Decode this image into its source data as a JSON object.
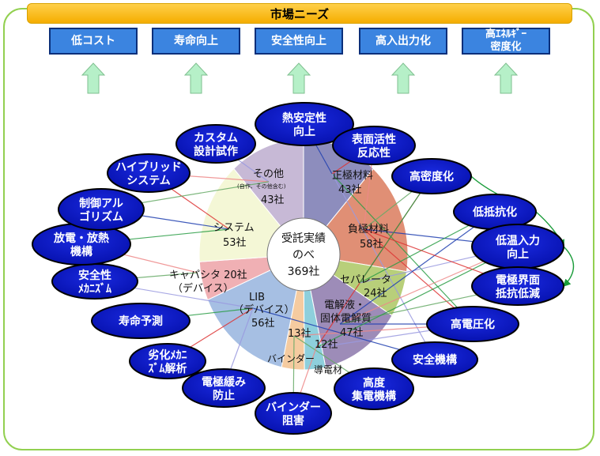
{
  "banner": {
    "title": "市場ニーズ"
  },
  "needs": [
    {
      "label": "低コスト"
    },
    {
      "label": "寿命向上"
    },
    {
      "label": "安全性向上"
    },
    {
      "label": "高入出力化"
    },
    {
      "label": "高ｴﾈﾙｷﾞｰ\n密度化"
    }
  ],
  "center": {
    "line1": "受託実績",
    "line2": "のべ",
    "line3": "369社"
  },
  "segments": [
    {
      "name": "正極材料",
      "count": "43社",
      "value": 43,
      "color": "#8d8dbd"
    },
    {
      "name": "負極材料",
      "count": "58社",
      "value": 58,
      "color": "#e08f75"
    },
    {
      "name": "セパレータ",
      "count": "24社",
      "value": 24,
      "color": "#b8cf7a"
    },
    {
      "name": "電解液・固体電解質",
      "count": "47社",
      "value": 47,
      "color": "#9d8cb8"
    },
    {
      "name": "導電材",
      "count": "12社",
      "value": 12,
      "color": "#8ecfdc"
    },
    {
      "name": "バインダー",
      "count": "13社",
      "value": 13,
      "color": "#f5cba0"
    },
    {
      "name": "LIB（デバイス）",
      "count": "56社",
      "value": 56,
      "color": "#a6bfe3"
    },
    {
      "name": "キャパシタ（デバイス）",
      "count": "20社",
      "value": 20,
      "color": "#f0b0b4"
    },
    {
      "name": "システム",
      "count": "53社",
      "value": 53,
      "color": "#f4f7d6"
    },
    {
      "name": "その他",
      "sub": "(自作、その他含む)",
      "count": "43社",
      "value": 43,
      "color": "#c7b9d6"
    }
  ],
  "ovals": [
    {
      "label": "熱安定性\n向上"
    },
    {
      "label": "表面活性\n反応性"
    },
    {
      "label": "高密度化"
    },
    {
      "label": "低抵抗化"
    },
    {
      "label": "低温入力\n向上"
    },
    {
      "label": "電極界面\n抵抗低減"
    },
    {
      "label": "高電圧化"
    },
    {
      "label": "安全機構"
    },
    {
      "label": "高度\n集電機構"
    },
    {
      "label": "バインダー\n阻害"
    },
    {
      "label": "電極緩み\n防止"
    },
    {
      "label": "劣化ﾒｶﾆ\nｽﾞﾑ解析"
    },
    {
      "label": "寿命予測"
    },
    {
      "label": "安全性\nﾒｶﾆｽﾞﾑ"
    },
    {
      "label": "放電・放熱\n機構"
    },
    {
      "label": "制御アル\nゴリズム"
    },
    {
      "label": "ハイブリッド\nシステム"
    },
    {
      "label": "カスタム\n設計試作"
    }
  ],
  "colors": {
    "arrow_up": "#b6f0c8",
    "frame": "#92d050",
    "oval": "#0a14c8",
    "need_box": "#3b84e0"
  }
}
